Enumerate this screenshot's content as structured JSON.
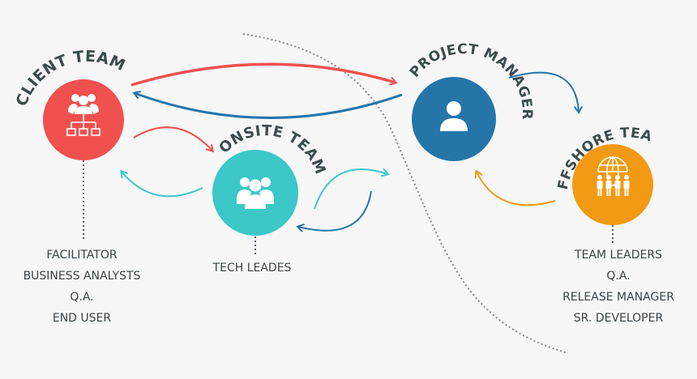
{
  "teams": {
    "client": {
      "title": "CLIENT TEAM",
      "color": "#f0514f",
      "icon": "org-chart-people-icon",
      "roles": [
        "FACILITATOR",
        "BUSINESS ANALYSTS",
        "Q.A.",
        "END USER"
      ]
    },
    "onsite": {
      "title": "ONSITE TEAM",
      "color": "#3cc7c8",
      "icon": "group-people-icon",
      "roles": [
        "TECH LEADES"
      ]
    },
    "project_manager": {
      "title": "PROJECT MANAGER",
      "color": "#2575a8",
      "icon": "person-icon",
      "roles": []
    },
    "offshore": {
      "title": "OFFSHORE TEAM",
      "color": "#f29a13",
      "icon": "globe-people-icon",
      "roles": [
        "TEAM LEADERS",
        "Q.A.",
        "RELEASE MANAGER",
        "SR. DEVELOPER"
      ]
    }
  },
  "colors": {
    "arrow_red": "#f0514f",
    "arrow_blue": "#2575a8",
    "arrow_teal": "#3cc7c8",
    "arrow_orange": "#f29a13",
    "divider": "#7f8c8d",
    "title_text": "#3d4b4d"
  }
}
